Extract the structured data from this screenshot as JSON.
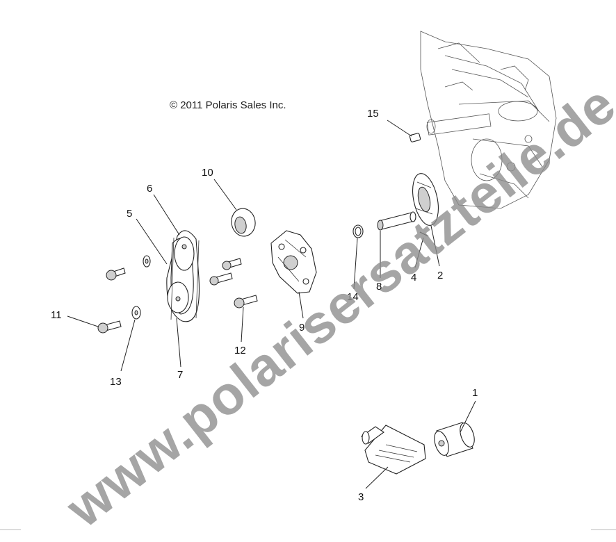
{
  "copyright": "© 2011 Polaris Sales Inc.",
  "watermark": "www.polarisersatzteile.de",
  "callouts": {
    "c1": "1",
    "c2": "2",
    "c3": "3",
    "c4": "4",
    "c5": "5",
    "c6": "6",
    "c7": "7",
    "c8": "8",
    "c9": "9",
    "c10": "10",
    "c11": "11",
    "c12": "12",
    "c13": "13",
    "c14": "14",
    "c15": "15"
  }
}
